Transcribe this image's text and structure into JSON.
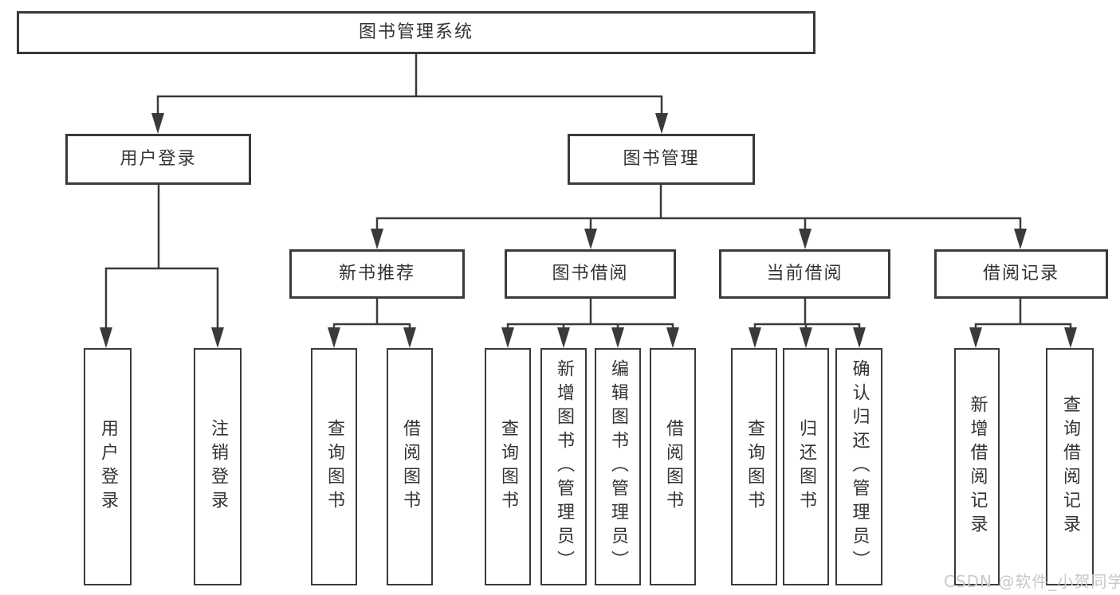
{
  "diagram": {
    "root": {
      "label": "图书管理系统"
    },
    "level2": [
      {
        "id": "user-login",
        "label": "用户登录"
      },
      {
        "id": "book-management",
        "label": "图书管理"
      }
    ],
    "level3": [
      {
        "id": "new-book-recommend",
        "parent": "book-management",
        "label": "新书推荐"
      },
      {
        "id": "book-borrow",
        "parent": "book-management",
        "label": "图书借阅"
      },
      {
        "id": "current-borrow",
        "parent": "book-management",
        "label": "当前借阅"
      },
      {
        "id": "borrow-records",
        "parent": "book-management",
        "label": "借阅记录"
      }
    ],
    "level4": [
      {
        "parent": "user-login",
        "label": "用户登录"
      },
      {
        "parent": "user-login",
        "label": "注销登录"
      },
      {
        "parent": "new-book-recommend",
        "label": "查询图书"
      },
      {
        "parent": "new-book-recommend",
        "label": "借阅图书"
      },
      {
        "parent": "book-borrow",
        "label": "查询图书"
      },
      {
        "parent": "book-borrow",
        "label": "新增图书（管理员）"
      },
      {
        "parent": "book-borrow",
        "label": "编辑图书（管理员）"
      },
      {
        "parent": "book-borrow",
        "label": "借阅图书"
      },
      {
        "parent": "current-borrow",
        "label": "查询图书"
      },
      {
        "parent": "current-borrow",
        "label": "归还图书"
      },
      {
        "parent": "current-borrow",
        "label": "确认归还（管理员）"
      },
      {
        "parent": "borrow-records",
        "label": "新增借阅记录"
      },
      {
        "parent": "borrow-records",
        "label": "查询借阅记录"
      }
    ]
  },
  "watermark": {
    "text": "CSDN @软件_小贺同学"
  },
  "colors": {
    "line": "#3a3a3a",
    "box_border": "#3a3a3a",
    "text": "#333333",
    "background": "#ffffff",
    "watermark": "#c8c8c8"
  }
}
